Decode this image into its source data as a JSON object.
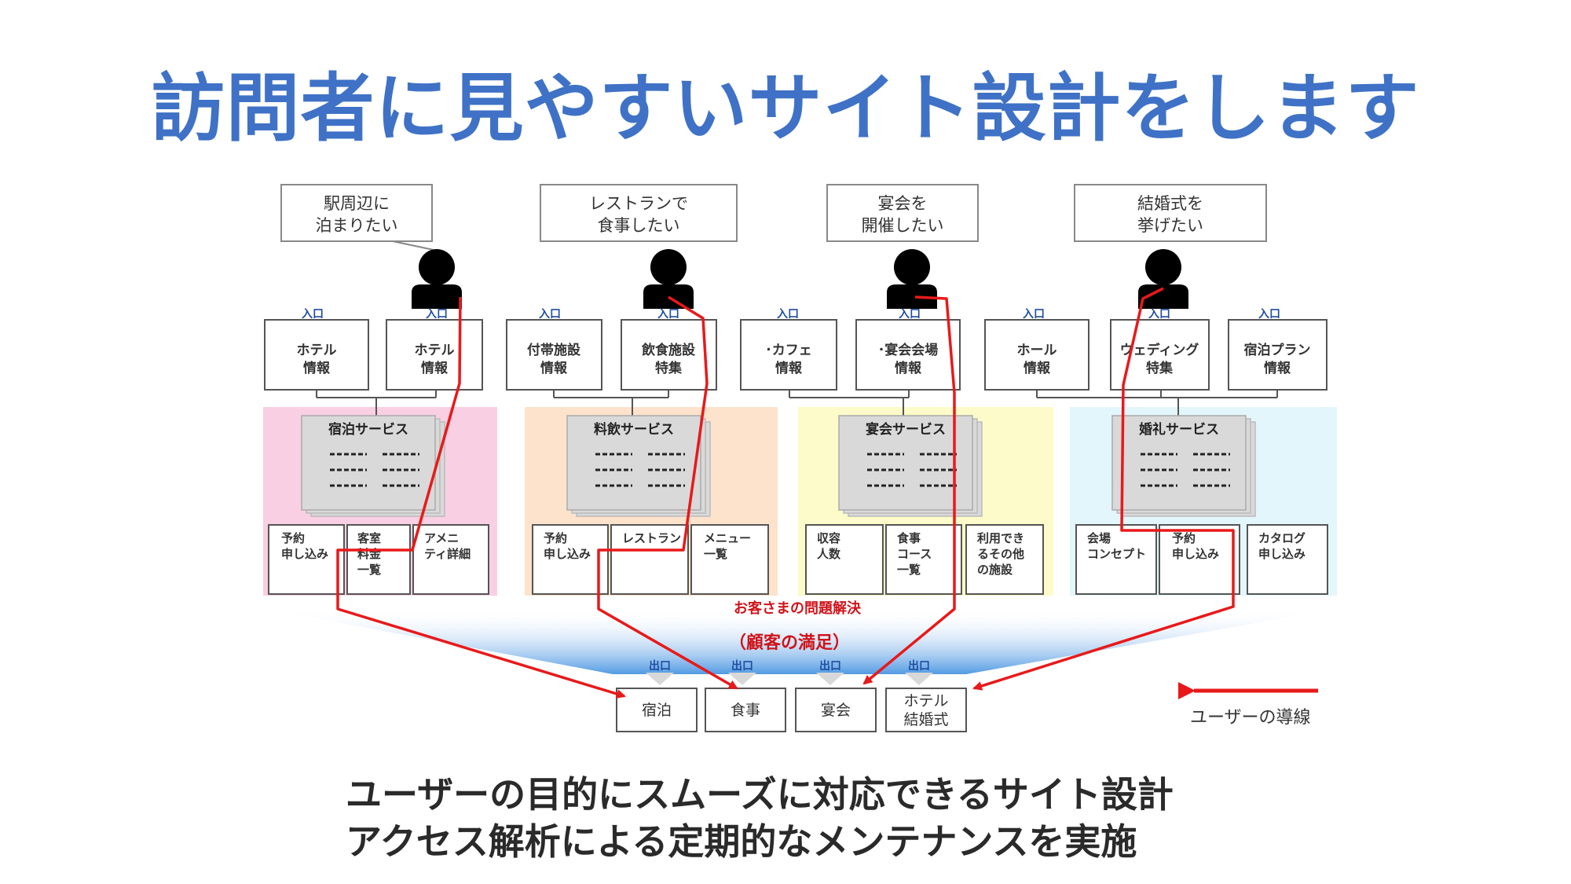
{
  "title": "訪問者に見やすいサイト設計をします",
  "captions": [
    "ユーザーの目的にスムーズに対応できるサイト設計",
    "アクセス解析による定期的なメンテナンスを実施"
  ],
  "needs": [
    {
      "line1": "駅周辺に",
      "line2": "泊まりたい"
    },
    {
      "line1": "レストランで",
      "line2": "食事したい"
    },
    {
      "line1": "宴会を",
      "line2": "開催したい"
    },
    {
      "line1": "結婚式を",
      "line2": "挙げたい"
    }
  ],
  "entry_label": "入口",
  "exit_label": "出口",
  "entry_pages": [
    {
      "line1": "ホテル",
      "line2": "情報"
    },
    {
      "line1": "ホテル",
      "line2": "情報"
    },
    {
      "line1": "付帯施設",
      "line2": "情報"
    },
    {
      "line1": "飲食施設",
      "line2": "特集"
    },
    {
      "line1": "･カフェ",
      "line2": "情報"
    },
    {
      "line1": "･宴会会場",
      "line2": "情報"
    },
    {
      "line1": "ホール",
      "line2": "情報"
    },
    {
      "line1": "ウェディング",
      "line2": "特集"
    },
    {
      "line1": "宿泊プラン",
      "line2": "情報"
    }
  ],
  "services": [
    {
      "title": "宿泊サービス",
      "color": "#f9cfe3",
      "subs": [
        [
          "予約",
          "申し込み"
        ],
        [
          "客室",
          "料金",
          "一覧"
        ],
        [
          "アメニ",
          "ティ詳細"
        ]
      ]
    },
    {
      "title": "料飲サービス",
      "color": "#fde3cc",
      "subs": [
        [
          "予約",
          "申し込み"
        ],
        [
          "レストラン"
        ],
        [
          "メニュー",
          "一覧"
        ]
      ]
    },
    {
      "title": "宴会サービス",
      "color": "#fdfbc9",
      "subs": [
        [
          "収容",
          "人数"
        ],
        [
          "食事",
          "コース",
          "一覧"
        ],
        [
          "利用でき",
          "るその他",
          "の施設"
        ]
      ]
    },
    {
      "title": "婚礼サービス",
      "color": "#e2f6fc",
      "subs": [
        [
          "会場",
          "コンセプト"
        ],
        [
          "予約",
          "申し込み"
        ],
        [
          "カタログ",
          "申し込み"
        ]
      ]
    }
  ],
  "problem_label": "お客さまの問題解決",
  "satisfaction_label": "（顧客の満足）",
  "outcomes": [
    {
      "line1": "宿泊",
      "line2": ""
    },
    {
      "line1": "食事",
      "line2": ""
    },
    {
      "line1": "宴会",
      "line2": ""
    },
    {
      "line1": "ホテル",
      "line2": "結婚式"
    }
  ],
  "legend_label": "ユーザーの導線",
  "colors": {
    "title": "#3f72c6",
    "path": "#e8191a",
    "card": "#d9d9d9"
  }
}
